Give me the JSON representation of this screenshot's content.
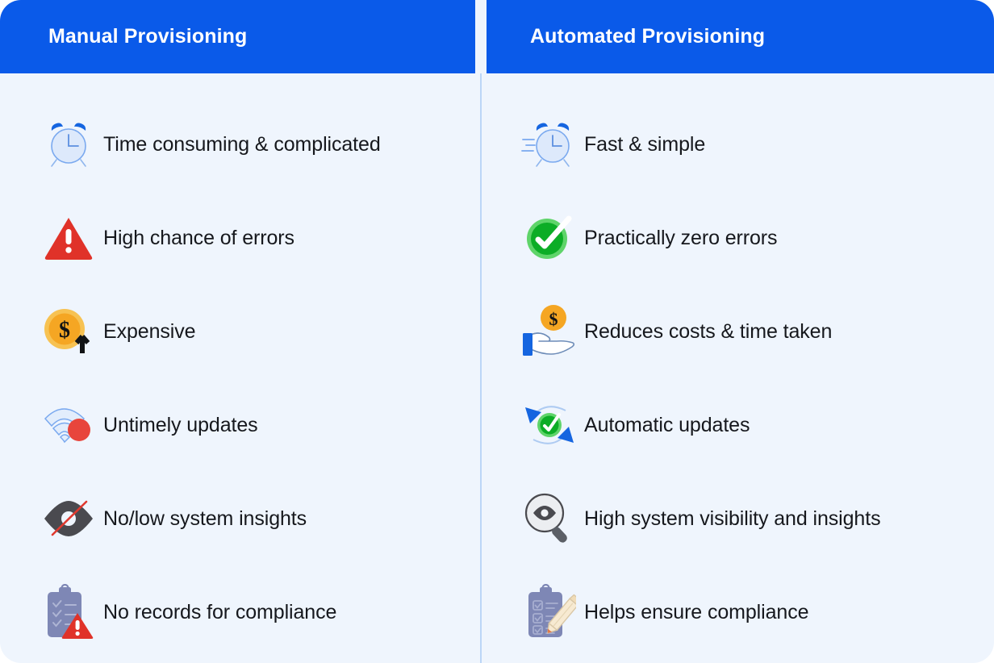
{
  "card": {
    "background": "#eff5fd",
    "divider_color": "#bcd6f7",
    "header_color": "#0a5ae9",
    "header_text_color": "#ffffff",
    "text_color": "#16181d"
  },
  "columns": [
    {
      "title": "Manual Provisioning",
      "rows": [
        {
          "icon": "alarm-clock-icon",
          "label": "Time consuming & complicated"
        },
        {
          "icon": "warning-triangle-icon",
          "label": "High chance of errors"
        },
        {
          "icon": "coin-up-arrow-icon",
          "label": "Expensive"
        },
        {
          "icon": "wifi-error-icon",
          "label": "Untimely updates"
        },
        {
          "icon": "eye-slash-icon",
          "label": "No/low system insights"
        },
        {
          "icon": "clipboard-warning-icon",
          "label": "No records for compliance"
        }
      ]
    },
    {
      "title": "Automated Provisioning",
      "rows": [
        {
          "icon": "fast-alarm-clock-icon",
          "label": "Fast & simple"
        },
        {
          "icon": "green-check-circle-icon",
          "label": "Practically zero errors"
        },
        {
          "icon": "hand-coin-icon",
          "label": "Reduces costs & time taken"
        },
        {
          "icon": "refresh-check-icon",
          "label": "Automatic updates"
        },
        {
          "icon": "magnifier-eye-icon",
          "label": "High system visibility and insights"
        },
        {
          "icon": "clipboard-pencil-icon",
          "label": "Helps ensure compliance"
        }
      ]
    }
  ]
}
